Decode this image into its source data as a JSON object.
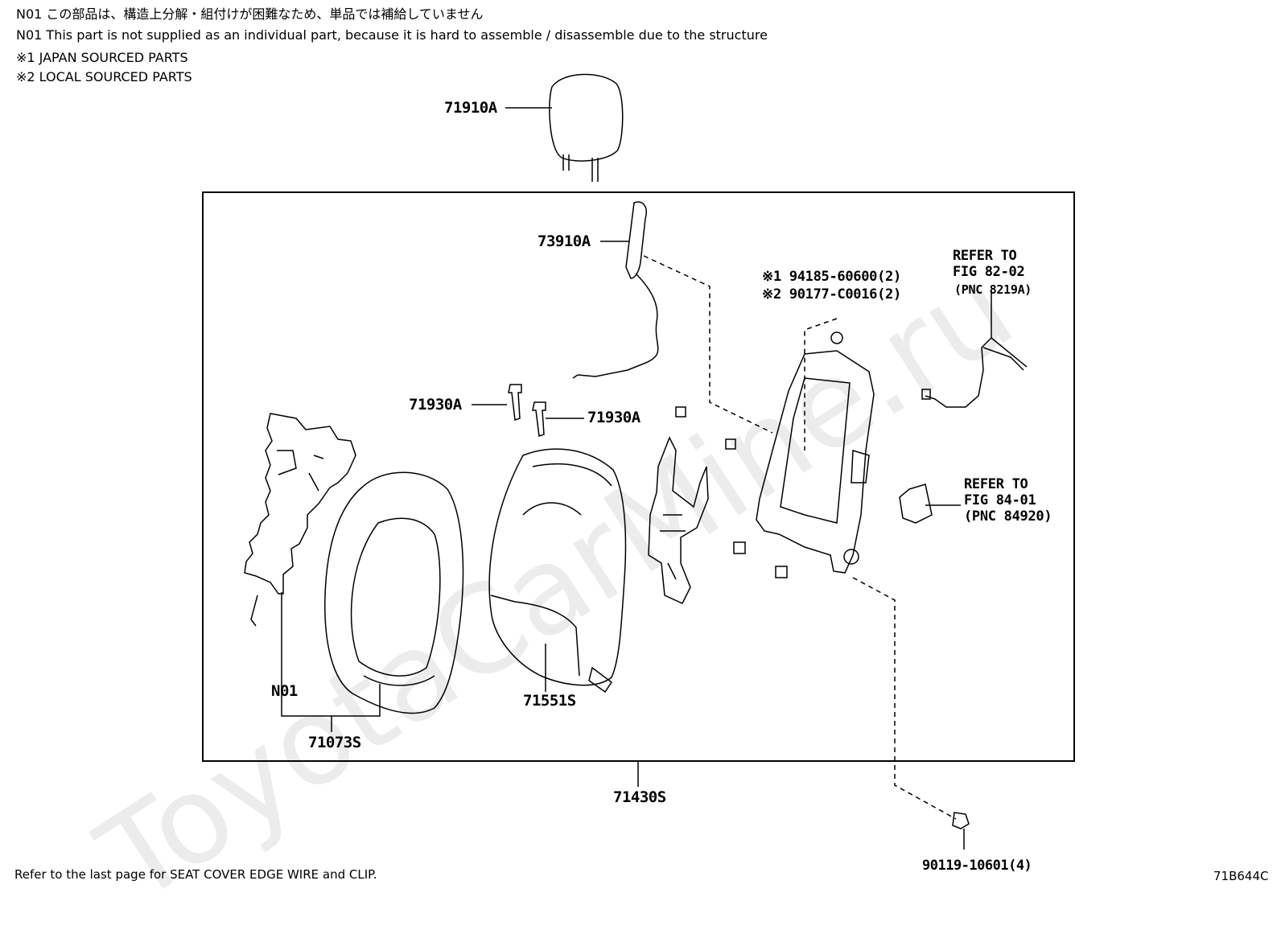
{
  "watermark": "ToyotaCarMine.ru",
  "notes": {
    "n01_jp": "N01 この部品は、構造上分解・組付けが困難なため、単品では補給していません",
    "n01_en": "N01 This part is not supplied as an individual part, because it is hard to assemble / disassemble due to the structure",
    "note1": "※1  JAPAN SOURCED PARTS",
    "note2": "※2  LOCAL SOURCED PARTS"
  },
  "labels": {
    "headrest": "71910A",
    "airbag": "73910A",
    "guide_left": "71930A",
    "guide_right": "71930A",
    "nut_1": "※1 94185-60600(2)",
    "nut_2": "※2 90177-C0016(2)",
    "refer_82_line1": "REFER TO",
    "refer_82_line2": "FIG 82-02",
    "refer_82_line3": "(PNC 8219A)",
    "refer_84_line1": "REFER TO",
    "refer_84_line2": "FIG 84-01",
    "refer_84_line3": "(PNC 84920)",
    "n01": "N01",
    "cover": "71073S",
    "pad": "71551S",
    "assy": "71430S",
    "bolt": "90119-10601(4)"
  },
  "footer": {
    "refer_text": "Refer to the last page   for SEAT COVER EDGE WIRE and CLIP.",
    "figure_code": "71B644C"
  }
}
